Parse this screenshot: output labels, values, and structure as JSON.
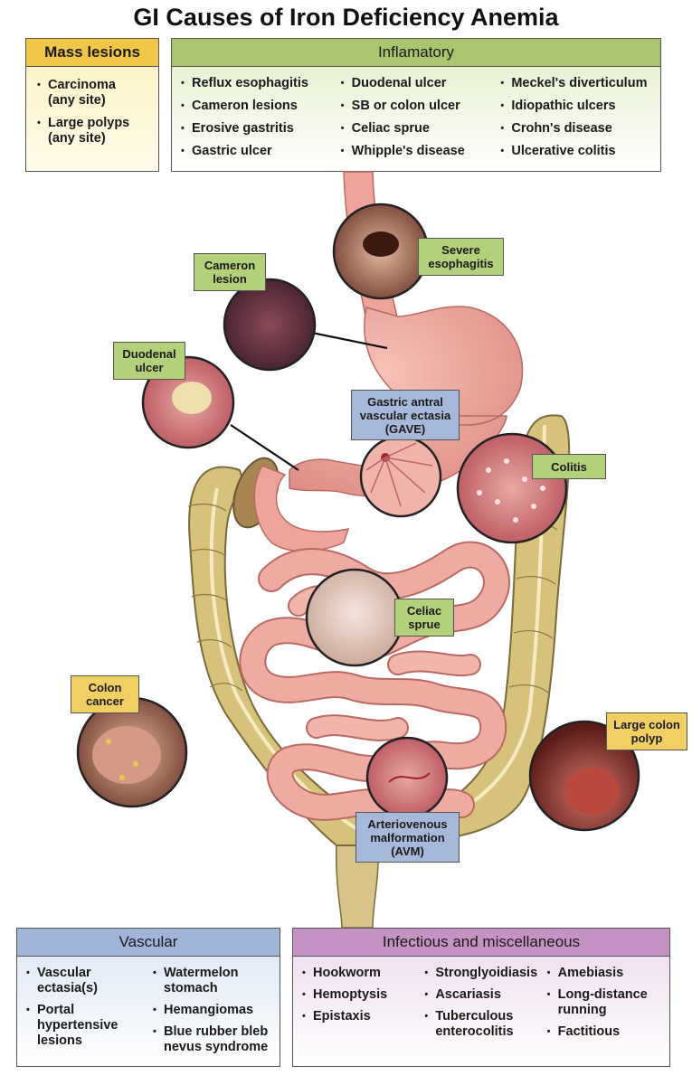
{
  "title": "GI Causes of Iron Deficiency Anemia",
  "mass_lesions": {
    "header": "Mass lesions",
    "items": [
      "Carcinoma\n(any site)",
      "Large polyps\n(any site)"
    ]
  },
  "inflammatory": {
    "header": "Inflamatory",
    "col1": [
      "Reflux esophagitis",
      "Cameron lesions",
      "Erosive gastritis",
      "Gastric ulcer"
    ],
    "col2": [
      "Duodenal ulcer",
      "SB or colon ulcer",
      "Celiac sprue",
      "Whipple's disease"
    ],
    "col3": [
      "Meckel's diverticulum",
      "Idiopathic ulcers",
      "Crohn's disease",
      "Ulcerative colitis"
    ]
  },
  "vascular": {
    "header": "Vascular",
    "col1": [
      "Vascular\nectasia(s)",
      "Portal\nhypertensive\nlesions"
    ],
    "col2": [
      "Watermelon\nstomach",
      "Hemangiomas",
      "Blue rubber bleb\nnevus syndrome"
    ]
  },
  "infectious": {
    "header": "Infectious and miscellaneous",
    "col1": [
      "Hookworm",
      "Hemoptysis",
      "Epistaxis"
    ],
    "col2": [
      "Stronglyoidiasis",
      "Ascariasis",
      "Tuberculous\nenterocolitis"
    ],
    "col3": [
      "Amebiasis",
      "Long-distance\nrunning",
      "Factitious"
    ]
  },
  "labels": {
    "severe_esophagitis": "Severe\nesophagitis",
    "cameron_lesion": "Cameron\nlesion",
    "duodenal_ulcer": "Duodenal\nulcer",
    "gave": "Gastric antral\nvascular ectasia\n(GAVE)",
    "colitis": "Colitis",
    "celiac_sprue": "Celiac\nsprue",
    "colon_cancer": "Colon\ncancer",
    "large_colon_polyp": "Large colon\npolyp",
    "avm": "Arteriovenous\nmalformation\n(AVM)"
  },
  "colors": {
    "mass_header": "#f1c74a",
    "inflammatory_header": "#a9c66e",
    "vascular_header": "#9fb4d6",
    "infectious_header": "#c493c4",
    "stomach": "#eea49a",
    "colon": "#d6c27a"
  }
}
